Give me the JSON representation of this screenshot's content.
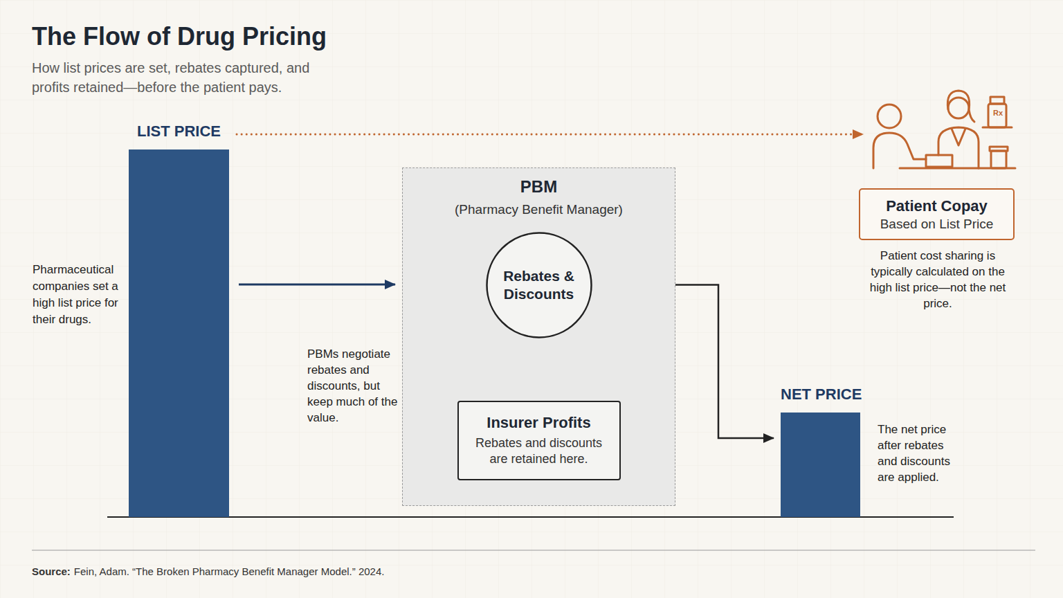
{
  "diagram": {
    "title": "The Flow of Drug Pricing",
    "caption": "How list prices are set, rebates captured, and profits retained—before the patient pays.",
    "nodes": [
      {
        "text": [
          "LIST PRICE"
        ]
      },
      {
        "text": [
          "PBM",
          "(Pharmacy Benefit Manager)"
        ]
      },
      {
        "text": [
          "Rebates & Discounts"
        ],
        "in": 1
      },
      {
        "text": [
          "Insurer Profits",
          "Rebates and discounts are retained here."
        ],
        "in": 1
      },
      {
        "text": [
          "NET PRICE"
        ]
      },
      {
        "text": [
          "Patient Copay",
          "Based on List Price"
        ]
      }
    ],
    "edges": [
      {
        "from": 0,
        "to": 1,
        "arrow": "to"
      },
      {
        "from": 1,
        "to": 2,
        "arrow": "to"
      },
      {
        "from": 2,
        "to": 3,
        "arrow": "to"
      },
      {
        "from": 2,
        "to": 4,
        "arrow": "to"
      },
      {
        "from": 0,
        "to": 5,
        "arrow": "to"
      }
    ],
    "labels": [
      "Pharmaceutical companies set a high list price for their drugs.",
      "PBMs negotiate rebates and discounts, but keep much of the value.",
      "Rx",
      "Patient cost sharing is typically calculated on the high list price—not the net price.",
      "The net price after rebates and discounts are applied.",
      "Source:",
      "Fein, Adam. “The Broken Pharmacy Benefit Manager Model.” 2024."
    ]
  }
}
